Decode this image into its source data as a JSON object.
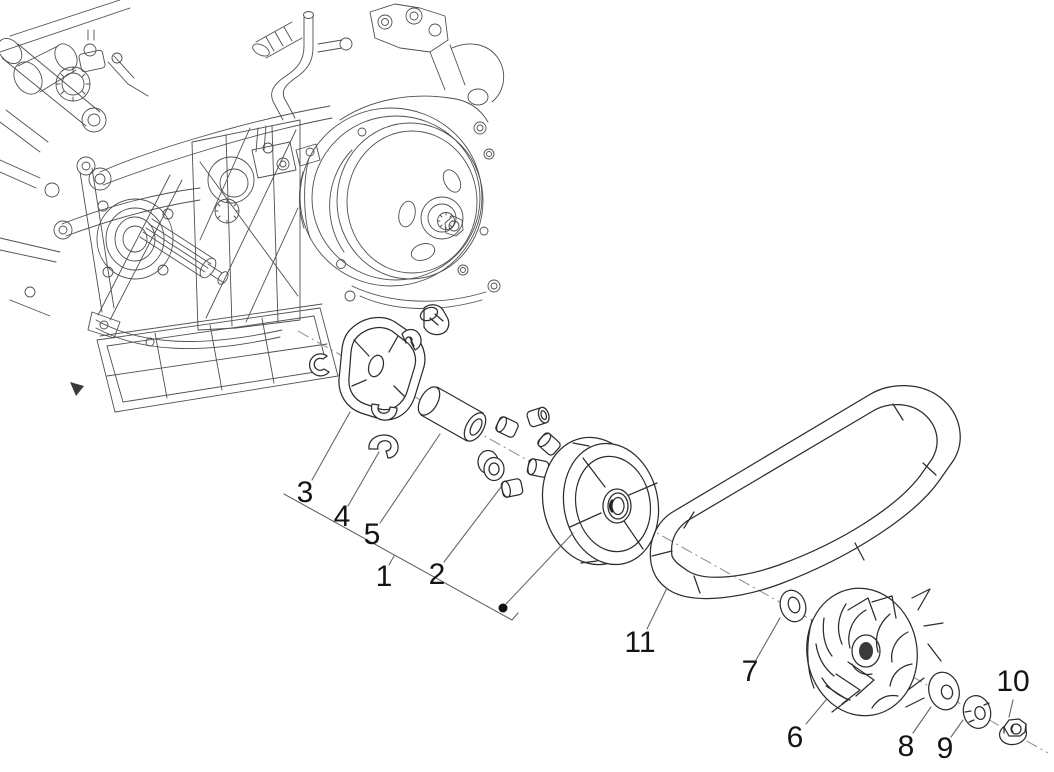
{
  "diagram": {
    "callouts": [
      {
        "label": "1"
      },
      {
        "label": "2"
      },
      {
        "label": "3"
      },
      {
        "label": "4"
      },
      {
        "label": "5"
      },
      {
        "label": "6"
      },
      {
        "label": "7"
      },
      {
        "label": "8"
      },
      {
        "label": "9"
      },
      {
        "label": "10"
      },
      {
        "label": "11"
      }
    ]
  },
  "colors": {
    "background": "#ffffff",
    "drawing_line": "#4f4f4f",
    "part_line": "#2d2d2d",
    "leader_line": "#666666",
    "centerline": "#8a8a8a",
    "callout_text": "#141414",
    "reference_dot": "#111111"
  }
}
